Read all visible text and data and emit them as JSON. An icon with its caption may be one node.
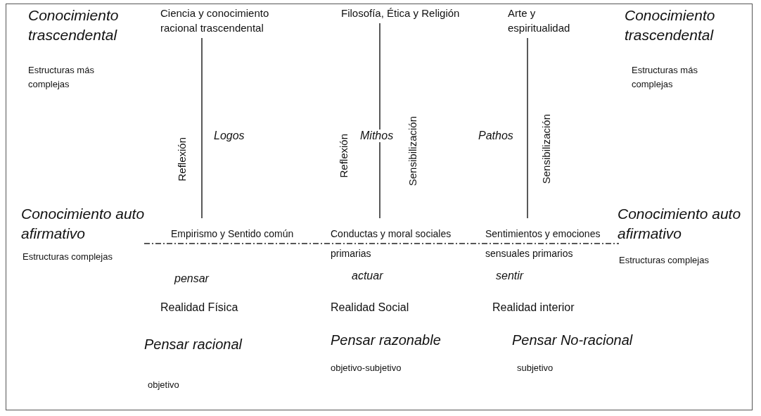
{
  "diagram": {
    "nodes": [
      {
        "text": [
          "Ciencia y conocimiento racional trascendental"
        ]
      },
      {
        "text": [
          "Filosofía, Ética y Religión"
        ]
      },
      {
        "text": [
          "Arte y espiritualidad"
        ]
      },
      {
        "text": [
          "Empirismo y Sentido común"
        ]
      },
      {
        "text": [
          "Conductas y moral sociales primarias"
        ]
      },
      {
        "text": [
          "Sentimientos y emociones sensuales primarios"
        ]
      }
    ],
    "edges": [
      {
        "from": 0,
        "to": 3,
        "arrow": "none"
      },
      {
        "from": 1,
        "to": 4,
        "arrow": "none"
      },
      {
        "from": 2,
        "to": 5,
        "arrow": "none"
      }
    ],
    "labels": [
      "Conocimiento trascendental",
      "Estructuras más complejas",
      "Conocimiento trascendental",
      "Estructuras más complejas",
      "Reflexión",
      "Logos",
      "Reflexión",
      "Mithos",
      "Sensibilización",
      "Pathos",
      "Sensibilización",
      "Conocimiento auto afirmativo",
      "Estructuras complejas",
      "Conocimiento auto afirmativo",
      "Estructuras complejas",
      "pensar",
      "actuar",
      "sentir",
      "Realidad Física",
      "Realidad Social",
      "Realidad interior",
      "Pensar racional",
      "Pensar razonable",
      "Pensar No-racional",
      "objetivo",
      "objetivo-subjetivo",
      "subjetivo"
    ]
  }
}
